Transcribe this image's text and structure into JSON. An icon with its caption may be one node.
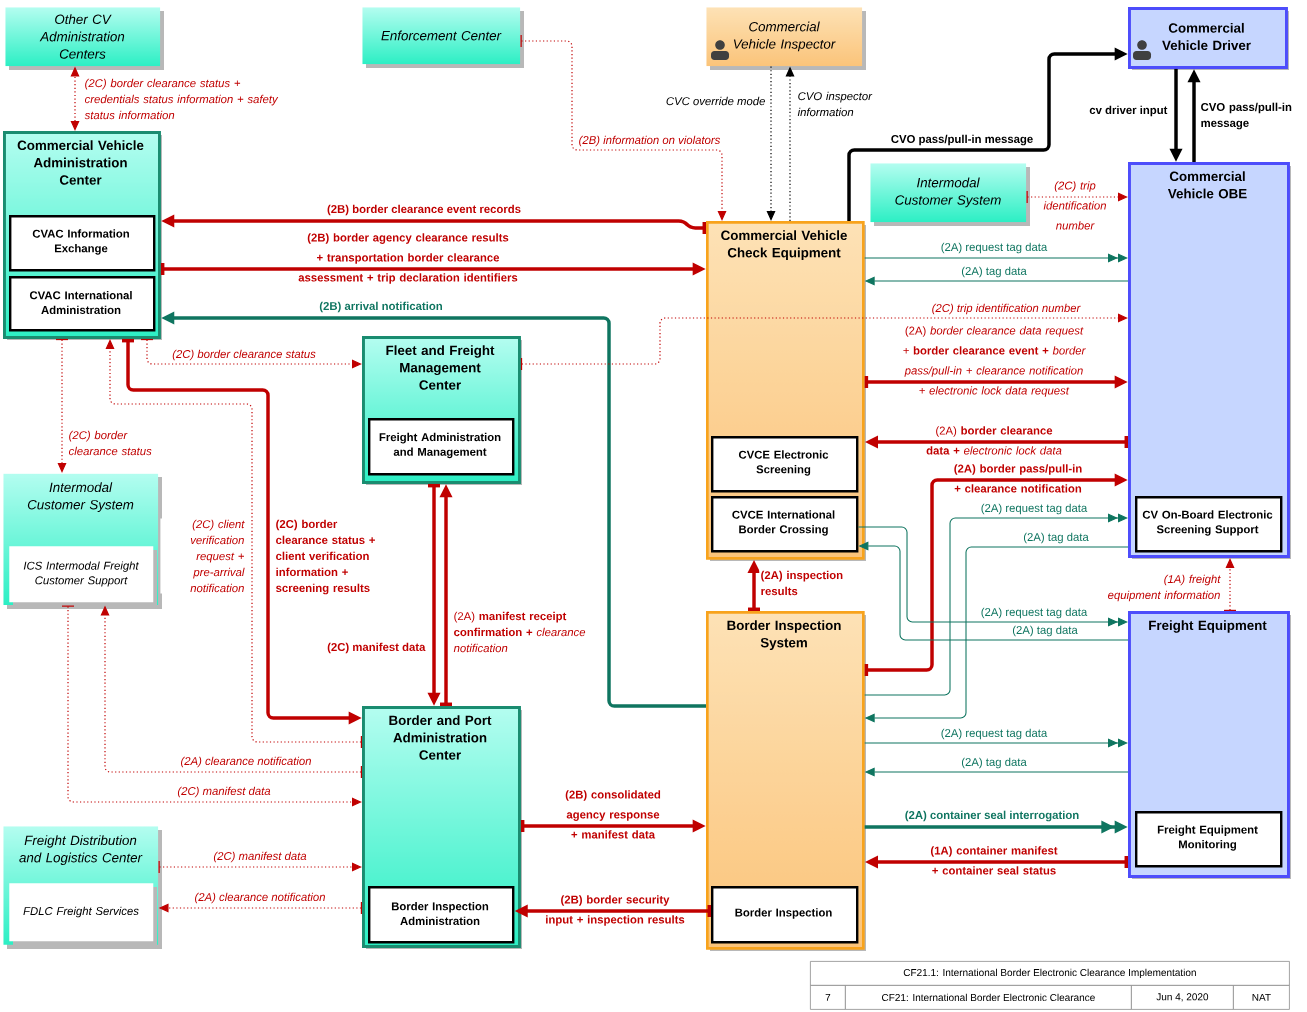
{
  "diagram": {
    "nodes": [
      {
        "text": [
          "Other CV Administration Centers"
        ]
      },
      {
        "text": [
          "Enforcement Center"
        ]
      },
      {
        "text": [
          "Commercial Vehicle Inspector"
        ]
      },
      {
        "text": [
          "Commercial Vehicle Driver"
        ]
      },
      {
        "text": [
          "Commercial Vehicle Administration Center"
        ]
      },
      {
        "text": [
          "CVAC Information Exchange"
        ],
        "in": 4
      },
      {
        "text": [
          "CVAC International Administration"
        ],
        "in": 4
      },
      {
        "text": [
          "Intermodal Customer System"
        ]
      },
      {
        "text": [
          "Commercial Vehicle Check Equipment"
        ]
      },
      {
        "text": [
          "CVCE Electronic Screening"
        ],
        "in": 8
      },
      {
        "text": [
          "CVCE International Border Crossing"
        ],
        "in": 8
      },
      {
        "text": [
          "Commercial Vehicle OBE"
        ]
      },
      {
        "text": [
          "CV On-Board Electronic Screening Support"
        ],
        "in": 11
      },
      {
        "text": [
          "Fleet and Freight Management Center"
        ]
      },
      {
        "text": [
          "Freight Administration and Management"
        ],
        "in": 13
      },
      {
        "text": [
          "Intermodal Customer System"
        ]
      },
      {
        "text": [
          "ICS Intermodal Freight Customer Support"
        ],
        "in": 15
      },
      {
        "text": [
          "Border Inspection System"
        ]
      },
      {
        "text": [
          "Border Inspection"
        ],
        "in": 17
      },
      {
        "text": [
          "Freight Equipment"
        ]
      },
      {
        "text": [
          "Freight Equipment Monitoring"
        ],
        "in": 19
      },
      {
        "text": [
          "Border and Port Administration Center"
        ]
      },
      {
        "text": [
          "Border Inspection Administration"
        ],
        "in": 21
      },
      {
        "text": [
          "Freight Distribution and Logistics Center"
        ]
      },
      {
        "text": [
          "FDLC Freight Services"
        ],
        "in": 23
      }
    ],
    "edges": [
      {
        "from": 4,
        "to": 0,
        "arrow": "both",
        "style": "dashed",
        "label": "(2C) border clearance status + credentials status information + safety status information"
      },
      {
        "from": 1,
        "to": 8,
        "arrow": "to",
        "style": "dashed",
        "label": "(2B) information on violators"
      },
      {
        "from": 8,
        "to": 4,
        "arrow": "to",
        "style": "thick",
        "label": "(2B) border clearance event records"
      },
      {
        "from": 4,
        "to": 8,
        "arrow": "to",
        "style": "thick",
        "label": "(2B) border agency clearance results + transportation border clearance assessment + trip declaration identifiers"
      },
      {
        "from": 17,
        "to": 4,
        "arrow": "to",
        "style": "thick",
        "color": "#0f7560",
        "label": "(2B) arrival notification"
      },
      {
        "from": 8,
        "to": 2,
        "arrow": "to",
        "style": "dashed",
        "color": "#000000",
        "label": "CVO inspector information"
      },
      {
        "from": 2,
        "to": 8,
        "arrow": "to",
        "style": "dashed",
        "color": "#000000",
        "label": "CVC override mode"
      },
      {
        "from": 8,
        "to": 3,
        "arrow": "to",
        "style": "thick",
        "color": "#000000",
        "label": "CVO pass/pull-in message"
      },
      {
        "from": 3,
        "to": 11,
        "arrow": "to",
        "style": "thick",
        "color": "#000000",
        "label": "cv driver input"
      },
      {
        "from": 11,
        "to": 3,
        "arrow": "to",
        "style": "thick",
        "color": "#000000",
        "label": "CVO pass/pull-in message"
      },
      {
        "from": 7,
        "to": 11,
        "arrow": "to",
        "style": "dashed",
        "label": "(2C) trip identification number"
      },
      {
        "from": 8,
        "to": 11,
        "arrow": "to",
        "color": "#0f7560",
        "label": "(2A) request tag data"
      },
      {
        "from": 11,
        "to": 8,
        "arrow": "to",
        "color": "#0f7560",
        "label": "(2A) tag data"
      },
      {
        "from": 13,
        "to": 11,
        "arrow": "to",
        "style": "dashed",
        "label": "(2C) trip identification number"
      },
      {
        "from": 8,
        "to": 11,
        "arrow": "to",
        "style": "thick",
        "label": "(2A) *border clearance data request +* **border clearance event +** *border pass/pull-in + clearance notification + electronic lock data request*"
      },
      {
        "from": 11,
        "to": 8,
        "arrow": "to",
        "style": "thick",
        "label": "(2A) **border clearance data +** *electronic lock data*"
      },
      {
        "from": 17,
        "to": 11,
        "arrow": "to",
        "style": "thick",
        "label": "(2A) border pass/pull-in + clearance notification"
      },
      {
        "from": 10,
        "to": 19,
        "arrow": "to",
        "color": "#0f7560",
        "label": "(2A) request tag data"
      },
      {
        "from": 19,
        "to": 10,
        "arrow": "to",
        "color": "#0f7560",
        "label": "(2A) tag data"
      },
      {
        "from": 17,
        "to": 11,
        "arrow": "to",
        "color": "#0f7560",
        "label": "(2A) request tag data"
      },
      {
        "from": 11,
        "to": 17,
        "arrow": "to",
        "color": "#0f7560",
        "label": "(2A) tag data"
      },
      {
        "from": 17,
        "to": 19,
        "arrow": "to",
        "color": "#0f7560",
        "label": "(2A) request tag data"
      },
      {
        "from": 19,
        "to": 17,
        "arrow": "to",
        "color": "#0f7560",
        "label": "(2A) tag data"
      },
      {
        "from": 17,
        "to": 19,
        "arrow": "to",
        "style": "thick",
        "color": "#0f7560",
        "label": "(2A) container seal interrogation"
      },
      {
        "from": 19,
        "to": 17,
        "arrow": "to",
        "style": "thick",
        "label": "(1A) container manifest + container seal status"
      },
      {
        "from": 19,
        "to": 11,
        "arrow": "to",
        "style": "dashed",
        "label": "(1A) freight equipment information"
      },
      {
        "from": 17,
        "to": 8,
        "arrow": "to",
        "style": "thick",
        "label": "(2A) inspection results"
      },
      {
        "from": 21,
        "to": 17,
        "arrow": "to",
        "style": "thick",
        "label": "(2B) consolidated agency response + manifest data"
      },
      {
        "from": 18,
        "to": 22,
        "arrow": "to",
        "style": "thick",
        "label": "(2B) border security input + inspection results"
      },
      {
        "from": 13,
        "to": 21,
        "arrow": "to",
        "style": "thick",
        "label": "(2C) manifest data"
      },
      {
        "from": 21,
        "to": 13,
        "arrow": "to",
        "style": "thick",
        "label": "(2A) **manifest receipt confirmation +** *clearance notification*"
      },
      {
        "from": 4,
        "to": 21,
        "arrow": "to",
        "style": "thick",
        "label": "(2C) border clearance status + client verification information + screening results"
      },
      {
        "from": 21,
        "to": 4,
        "arrow": "to",
        "style": "dashed",
        "label": "(2C) client verification request + pre-arrival notification"
      },
      {
        "from": 4,
        "to": 13,
        "arrow": "to",
        "style": "dashed",
        "label": "(2C) border clearance status"
      },
      {
        "from": 4,
        "to": 15,
        "arrow": "to",
        "style": "dashed",
        "label": "(2C) border clearance status"
      },
      {
        "from": 21,
        "to": 15,
        "arrow": "to",
        "style": "dashed",
        "label": "(2A) clearance notification"
      },
      {
        "from": 15,
        "to": 21,
        "arrow": "to",
        "style": "dashed",
        "label": "(2C) manifest data"
      },
      {
        "from": 23,
        "to": 21,
        "arrow": "to",
        "style": "dashed",
        "label": "(2C) manifest data"
      },
      {
        "from": 21,
        "to": 23,
        "arrow": "to",
        "style": "dashed",
        "label": "(2A) clearance notification"
      }
    ],
    "labels": [
      "CF21.1: International Border Electronic Clearance Implementation",
      "7",
      "CF21: International Border Electronic Clearance",
      "Jun 4, 2020",
      "NAT"
    ]
  }
}
